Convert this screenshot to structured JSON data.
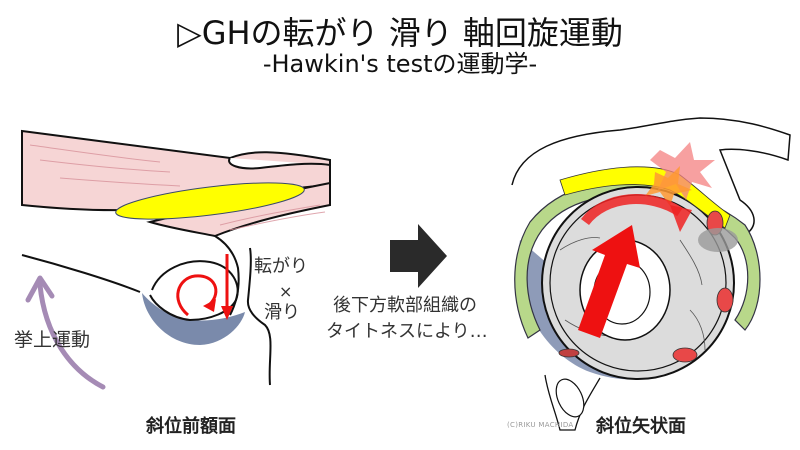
{
  "header": {
    "title": "▷GHの転がり 滑り 軸回旋運動",
    "subtitle": "-Hawkin's testの運動学-"
  },
  "left_panel": {
    "caption": "斜位前額面",
    "motion_label": "挙上運動",
    "roll_label": "転がり",
    "times_label": "×",
    "glide_label": "滑り"
  },
  "middle": {
    "explanation_line1": "後下方軟部組織の",
    "explanation_line2": "タイトネスにより…"
  },
  "right_panel": {
    "caption": "斜位矢状面",
    "watermark": "(C)RIKU MACHIDA"
  },
  "colors": {
    "muscle_pink": "#f6d5d5",
    "tendon_yellow": "#ffff00",
    "capsule_blue": "#7a8aab",
    "arrow_red": "#ee1111",
    "elevation_purple": "#a58bb5",
    "rotator_green": "#b8d88a",
    "joint_gray": "#dcdcdc",
    "big_arrow": "#2a2a2a"
  }
}
